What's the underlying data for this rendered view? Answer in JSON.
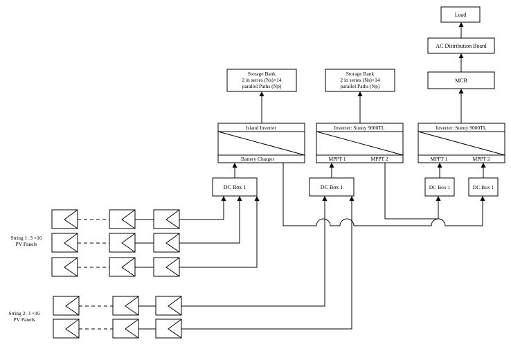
{
  "load": "Load",
  "ac_board": "AC Distribution Board",
  "mcb": "MCB",
  "storage_bank_1": {
    "line1": "Storage Bank",
    "line2": "2 in series (Ns)×14",
    "line3": "parallel Paths (Np)"
  },
  "storage_bank_2": {
    "line1": "Storage Bank",
    "line2": "2 in series (Ns)×14",
    "line3": "parallel Paths (Np)"
  },
  "island_inverter": {
    "title": "Island Inverter",
    "bottom": "Battery Charger"
  },
  "inverter_2": {
    "title": "Inverter: Sunny 9000TL",
    "mppt1": "MPPT 1",
    "mppt2": "MPPT 2"
  },
  "inverter_3": {
    "title": "Inverter: Sunny 9000TL",
    "mppt1": "MPPT 1",
    "mppt2": "MPPT 2"
  },
  "dc_box_a": "DC Box 1",
  "dc_box_b": "DC Box 1",
  "dc_box_c": "DC Box 1",
  "dc_box_d": "DC Box 1",
  "string1": {
    "line1": "String 1: 3 ×16",
    "line2": "PV Panels"
  },
  "string2": {
    "line1": "String 2: 3 ×16",
    "line2": "PV Panels"
  }
}
